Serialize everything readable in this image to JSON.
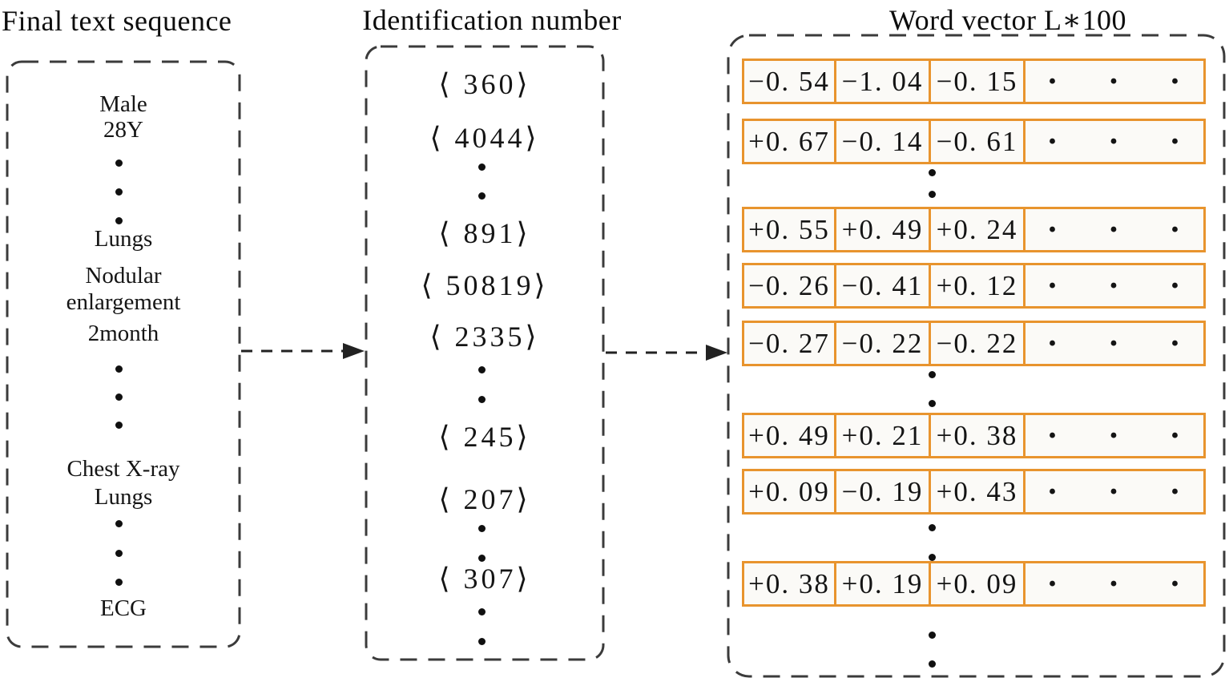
{
  "figure": {
    "sequence": {
      "title": "Final text sequence",
      "items": [
        "Male",
        "28Y",
        "Lungs",
        "Nodular enlargement",
        "2month",
        "Chest X-ray",
        "Lungs",
        "ECG"
      ]
    },
    "ids": {
      "title": "Identification number",
      "tokens": [
        "⟨ 360⟩",
        "⟨ 4044⟩",
        "⟨ 891⟩",
        "⟨ 50819⟩",
        "⟨ 2335⟩",
        "⟨ 245⟩",
        "⟨ 207⟩",
        "⟨ 307⟩"
      ]
    },
    "vector": {
      "title": "Word vector L∗100",
      "ellipsis": "· · ·",
      "rows": [
        [
          "−0. 54",
          "−1. 04",
          "−0. 15"
        ],
        [
          "+0. 67",
          "−0. 14",
          "−0. 61"
        ],
        [
          "+0. 55",
          "+0. 49",
          "+0. 24"
        ],
        [
          "−0. 26",
          "−0. 41",
          "+0. 12"
        ],
        [
          "−0. 27",
          "−0. 22",
          "−0. 22"
        ],
        [
          "+0. 49",
          "+0. 21",
          "+0. 38"
        ],
        [
          "+0. 09",
          "−0. 19",
          "+0. 43"
        ],
        [
          "+0. 38",
          "+0. 19",
          "+0. 09"
        ]
      ]
    },
    "colors": {
      "cell_border_orange": "#E8942E",
      "cell_background": "#FBFAF7",
      "dashed_line": "#3B3B3B",
      "text": "#111111"
    }
  }
}
